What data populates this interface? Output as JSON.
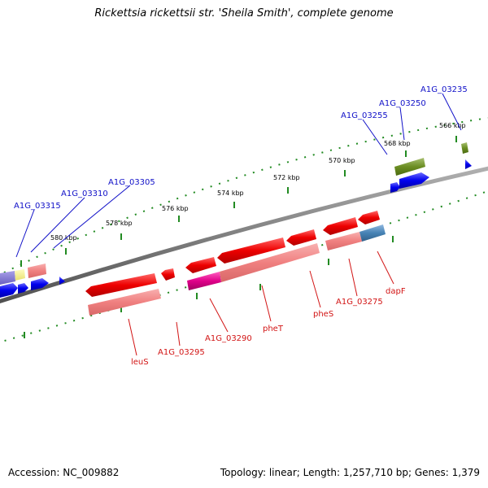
{
  "title": "Rickettsia rickettsii str. 'Sheila Smith', complete genome",
  "footer": {
    "accession": "Accession: NC_009882",
    "stats": "Topology: linear; Length: 1,257,710 bp; Genes: 1,379"
  },
  "scale_labels": [
    "580 kbp",
    "578 kbp",
    "576 kbp",
    "574 kbp",
    "572 kbp",
    "570 kbp",
    "568 kbp",
    "566 kbp"
  ],
  "top_labels": [
    "A1G_03315",
    "A1G_03310",
    "A1G_03305",
    "A1G_03255",
    "A1G_03250",
    "A1G_03235"
  ],
  "bottom_labels": [
    "leuS",
    "A1G_03295",
    "A1G_03290",
    "pheT",
    "pheS",
    "A1G_03275",
    "dapF"
  ],
  "colors": {
    "label_top": "#1010c8",
    "label_bottom": "#d21414",
    "gene_forward": "#0000ee",
    "gene_reverse": "#ee0000",
    "cds_pink": "#f08080",
    "olive": "#6b8e23",
    "backbone": "#808080",
    "tick": "#228b22"
  }
}
